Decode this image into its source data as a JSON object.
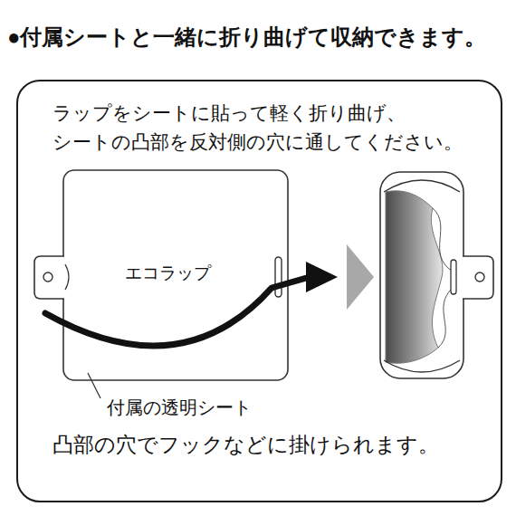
{
  "diagram": {
    "title": "●付属シートと一緒に折り曲げて収納できます。",
    "nodes": [
      {
        "text": [
          "ラップをシートに貼って軽く折り曲げ、 シートの凸部を反対側の穴に通してください。",
          "凸部の穴でフックなどに掛けられます。"
        ]
      },
      {
        "text": [
          "エコラップ"
        ],
        "in": 0
      }
    ],
    "labels": [
      "付属の透明シート"
    ]
  }
}
